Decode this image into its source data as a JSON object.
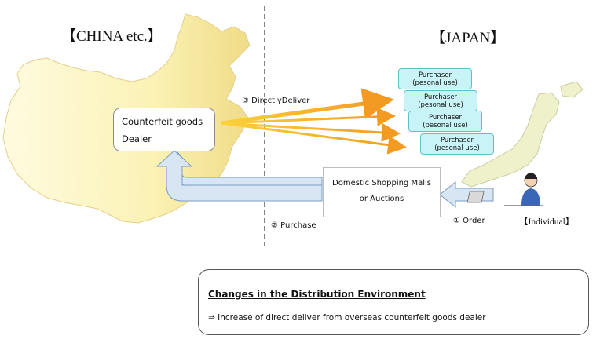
{
  "regions": {
    "left_title": "【CHINA etc.】",
    "right_title": "【JAPAN】"
  },
  "dealer": {
    "line1": "Counterfeit goods",
    "line2": "Dealer"
  },
  "mall": {
    "line1": "Domestic Shopping Malls",
    "line2": "or Auctions"
  },
  "purchasers": [
    {
      "line1": "Purchaser",
      "line2": "(pesonal use)"
    },
    {
      "line1": "Purchaser",
      "line2": "(pesonal use)"
    },
    {
      "line1": "Purchaser",
      "line2": "(pesonal use)"
    },
    {
      "line1": "Purchaser",
      "line2": "(pesonal use)"
    }
  ],
  "steps": {
    "order": "① Order",
    "purchase": "② Purchase",
    "deliver": "③ DirectlyDeliver"
  },
  "individual_label": "【Individual】",
  "note": {
    "title": "Changes in the Distribution Environment",
    "text": "⇒ Increase of direct deliver from overseas counterfeit goods dealer"
  },
  "colors": {
    "china_map": "#fbf2b5",
    "japan_map": "#eef0c6",
    "deliver_arrow": "#f4a31e",
    "flow_arrow": "#d8e6f3",
    "purchaser_box": "#c9f4f7"
  }
}
